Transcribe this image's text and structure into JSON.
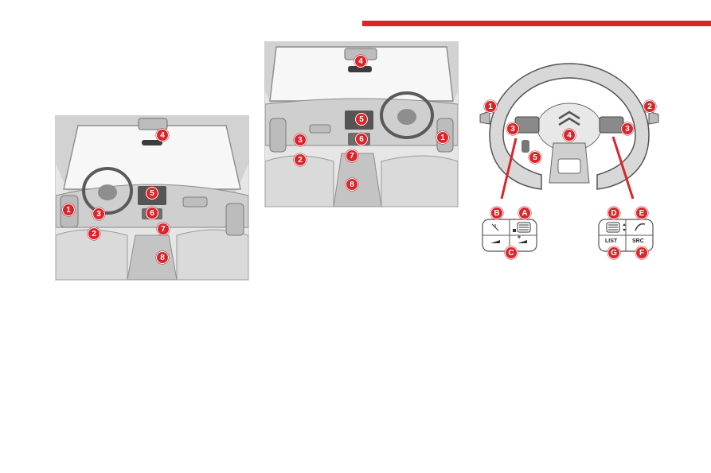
{
  "header": {
    "accent_color": "#d9262c"
  },
  "lhd_view": {
    "badges": [
      {
        "id": "1",
        "label": "1"
      },
      {
        "id": "2",
        "label": "2"
      },
      {
        "id": "3",
        "label": "3"
      },
      {
        "id": "4",
        "label": "4"
      },
      {
        "id": "5",
        "label": "5"
      },
      {
        "id": "6",
        "label": "6"
      },
      {
        "id": "7",
        "label": "7"
      },
      {
        "id": "8",
        "label": "8"
      }
    ]
  },
  "rhd_view": {
    "badges": [
      {
        "id": "1",
        "label": "1"
      },
      {
        "id": "2",
        "label": "2"
      },
      {
        "id": "3",
        "label": "3"
      },
      {
        "id": "4",
        "label": "4"
      },
      {
        "id": "5",
        "label": "5"
      },
      {
        "id": "6",
        "label": "6"
      },
      {
        "id": "7",
        "label": "7"
      },
      {
        "id": "8",
        "label": "8"
      }
    ]
  },
  "steering_view": {
    "badges": [
      {
        "id": "1",
        "label": "1"
      },
      {
        "id": "2",
        "label": "2"
      },
      {
        "id": "3l",
        "label": "3"
      },
      {
        "id": "3r",
        "label": "3"
      },
      {
        "id": "4",
        "label": "4"
      },
      {
        "id": "5",
        "label": "5"
      }
    ],
    "left_controls": {
      "badges": [
        {
          "label": "A"
        },
        {
          "label": "B"
        },
        {
          "label": "C"
        }
      ]
    },
    "right_controls": {
      "badges": [
        {
          "label": "D"
        },
        {
          "label": "E"
        },
        {
          "label": "F"
        },
        {
          "label": "G"
        }
      ],
      "list_label": "LIST",
      "src_label": "SRC"
    }
  }
}
